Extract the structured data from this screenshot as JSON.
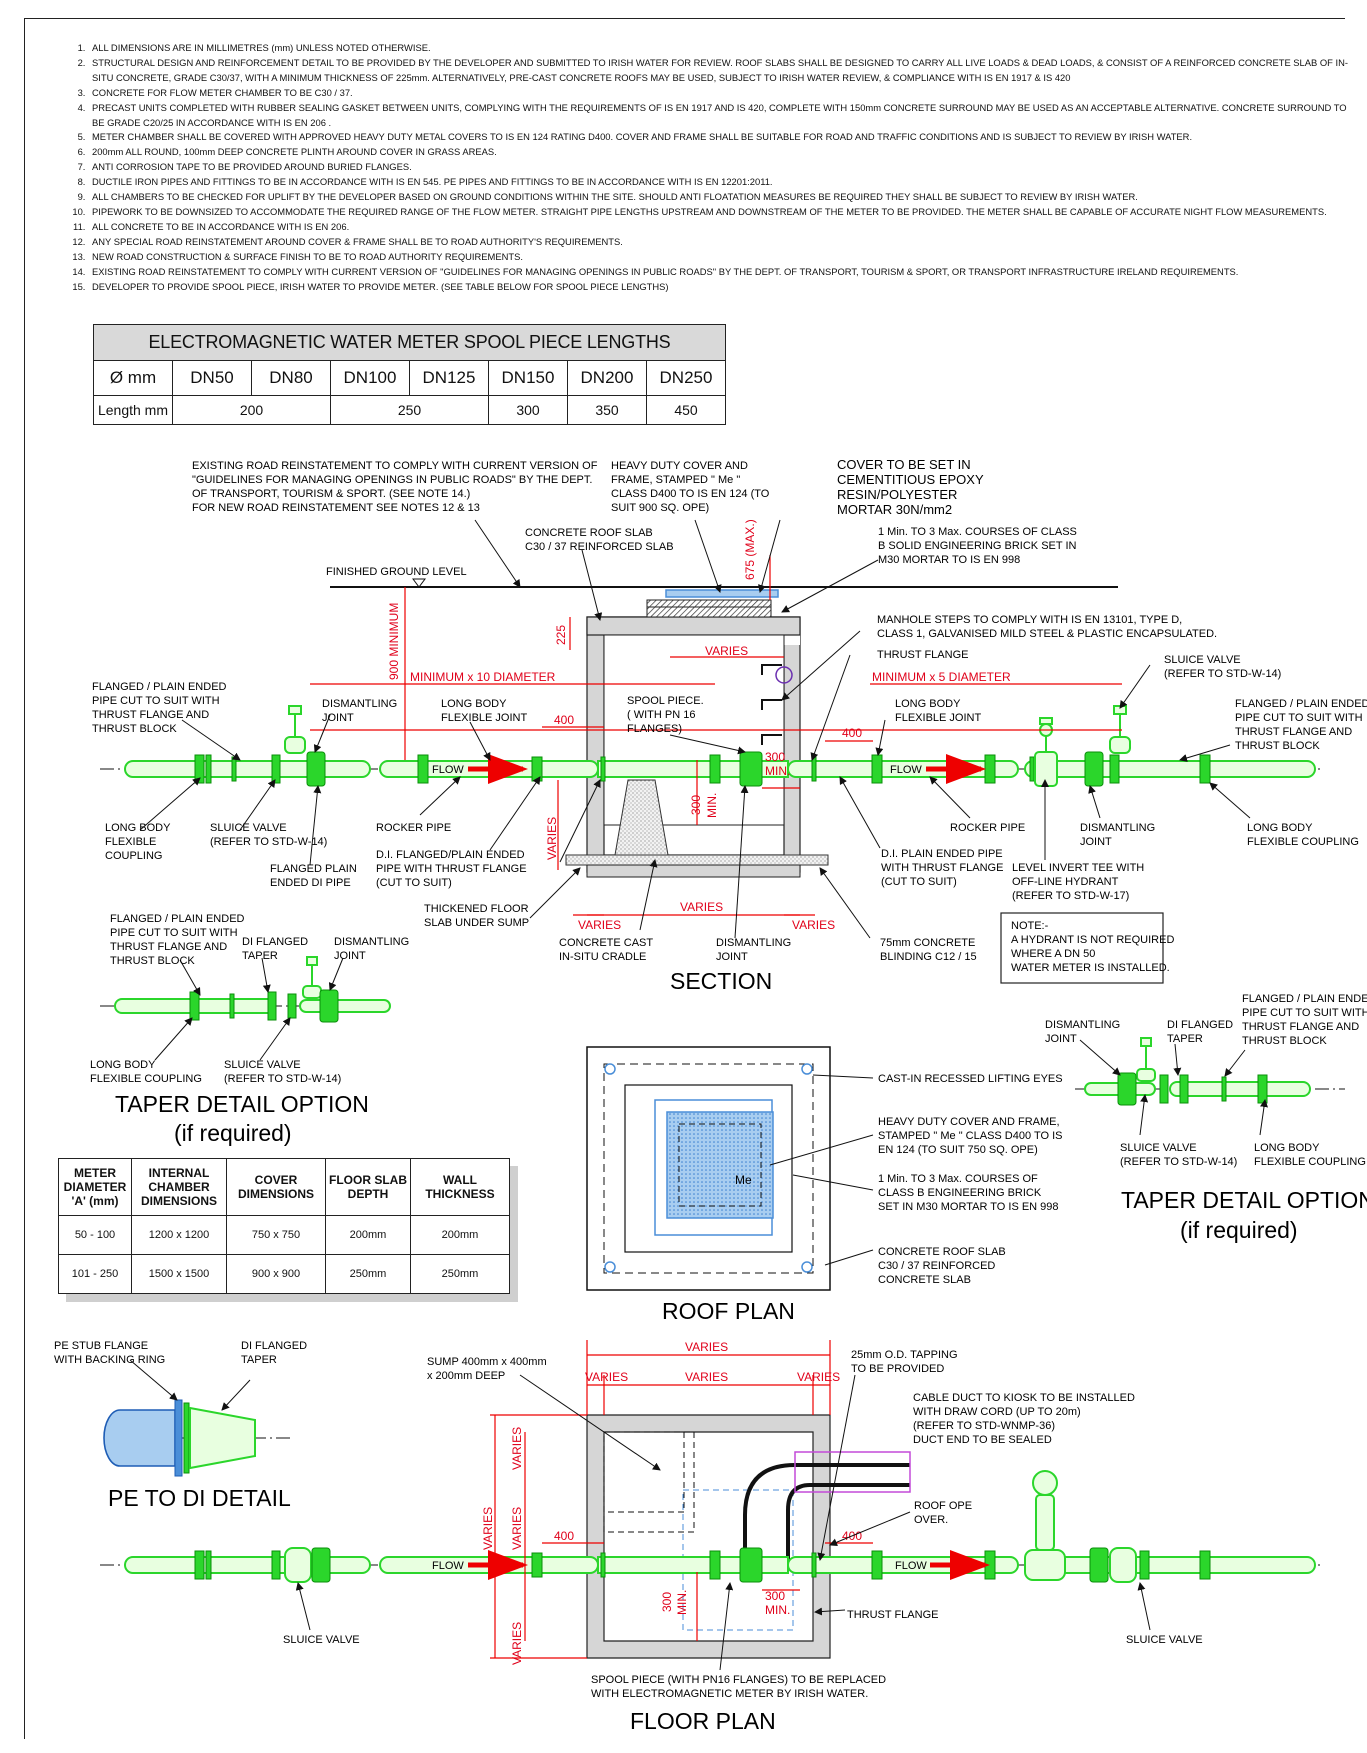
{
  "notes": [
    "ALL DIMENSIONS  ARE  IN  MILLIMETRES  (mm) UNLESS NOTED OTHERWISE.",
    "STRUCTURAL DESIGN AND REINFORCEMENT DETAIL TO BE PROVIDED BY THE DEVELOPER AND SUBMITTED TO IRISH WATER  FOR REVIEW.  ROOF SLABS SHALL BE DESIGNED TO CARRY ALL LIVE LOADS & DEAD LOADS, & CONSIST OF A REINFORCED CONCRETE SLAB OF IN-SITU CONCRETE, GRADE C30/37, WITH A MINIMUM THICKNESS OF 225mm. ALTERNATIVELY, PRE-CAST CONCRETE ROOFS MAY BE USED, SUBJECT TO IRISH WATER REVIEW, & COMPLIANCE WITH IS EN 1917 & IS 420",
    "CONCRETE FOR FLOW METER CHAMBER TO BE C30 / 37.",
    "PRECAST UNITS COMPLETED WITH RUBBER SEALING GASKET BETWEEN UNITS, COMPLYING WITH THE REQUIREMENTS OF IS EN 1917 AND IS 420, COMPLETE WITH 150mm CONCRETE SURROUND MAY BE USED AS AN ACCEPTABLE ALTERNATIVE. CONCRETE SURROUND TO BE GRADE C20/25 IN ACCORDANCE WITH IS EN 206 .",
    "METER CHAMBER SHALL BE COVERED WITH APPROVED HEAVY DUTY METAL COVERS TO IS EN 124 RATING D400. COVER  AND FRAME SHALL BE SUITABLE FOR ROAD AND TRAFFIC CONDITIONS AND IS SUBJECT TO REVIEW BY IRISH WATER.",
    "200mm ALL ROUND, 100mm DEEP CONCRETE PLINTH AROUND COVER IN GRASS AREAS.",
    "ANTI CORROSION TAPE TO BE PROVIDED AROUND BURIED FLANGES.",
    "DUCTILE IRON PIPES AND FITTINGS TO BE IN ACCORDANCE WITH IS EN 545. PE PIPES AND FITTINGS TO BE IN ACCORDANCE WITH IS EN 12201:2011.",
    "ALL CHAMBERS TO BE CHECKED FOR UPLIFT BY THE DEVELOPER BASED ON GROUND CONDITIONS WITHIN THE SITE. SHOULD ANTI FLOATATION MEASURES BE REQUIRED THEY SHALL BE SUBJECT TO REVIEW BY  IRISH WATER.",
    "PIPEWORK TO BE DOWNSIZED TO ACCOMMODATE THE REQUIRED RANGE OF THE FLOW METER. STRAIGHT PIPE LENGTHS UPSTREAM AND DOWNSTREAM OF THE METER TO BE PROVIDED. THE METER SHALL BE CAPABLE OF ACCURATE NIGHT FLOW MEASUREMENTS.",
    "ALL CONCRETE TO BE IN ACCORDANCE WITH IS EN 206.",
    "ANY SPECIAL ROAD REINSTATEMENT AROUND COVER & FRAME SHALL BE TO ROAD AUTHORITY'S REQUIREMENTS.",
    "NEW ROAD CONSTRUCTION & SURFACE FINISH TO BE TO ROAD AUTHORITY REQUIREMENTS.",
    "EXISTING ROAD REINSTATEMENT TO COMPLY WITH CURRENT VERSION OF \"GUIDELINES FOR MANAGING OPENINGS IN PUBLIC ROADS\" BY THE DEPT. OF TRANSPORT, TOURISM & SPORT, OR TRANSPORT INFRASTRUCTURE IRELAND REQUIREMENTS.",
    "DEVELOPER TO PROVIDE SPOOL PIECE, IRISH WATER TO PROVIDE METER. (SEE TABLE BELOW FOR SPOOL PIECE LENGTHS)"
  ],
  "spool_table": {
    "title": "ELECTROMAGNETIC WATER METER SPOOL PIECE LENGTHS",
    "row1_label": "Ø mm",
    "sizes": [
      "DN50",
      "DN80",
      "DN100",
      "DN125",
      "DN150",
      "DN200",
      "DN250"
    ],
    "row2_label": "Length mm",
    "lengths": [
      "200",
      "250",
      "300",
      "350",
      "450"
    ]
  },
  "meter_table": {
    "headers": [
      "METER DIAMETER 'A' (mm)",
      "INTERNAL CHAMBER DIMENSIONS",
      "COVER DIMENSIONS",
      "FLOOR SLAB DEPTH",
      "WALL THICKNESS"
    ],
    "rows": [
      [
        "50 - 100",
        "1200 x 1200",
        "750 x 750",
        "200mm",
        "200mm"
      ],
      [
        "101 - 250",
        "1500 x 1500",
        "900 x 900",
        "250mm",
        "250mm"
      ]
    ]
  },
  "section": {
    "title": "SECTION",
    "road_note": [
      "EXISTING ROAD REINSTATEMENT TO COMPLY WITH CURRENT VERSION OF",
      "\"GUIDELINES FOR MANAGING OPENINGS IN PUBLIC ROADS\" BY THE DEPT.",
      "OF TRANSPORT, TOURISM & SPORT. (SEE NOTE 14.)",
      "FOR NEW ROAD REINSTATEMENT SEE NOTES 12 & 13"
    ],
    "heavy_cover": [
      "HEAVY DUTY COVER AND",
      "FRAME, STAMPED \" Me \"",
      "CLASS D400 TO IS EN 124 (TO",
      "SUIT 900 SQ. OPE)"
    ],
    "cover_set": [
      "COVER TO BE SET IN",
      "CEMENTITIOUS EPOXY",
      "RESIN/POLYESTER",
      "MORTAR 30N/mm2"
    ],
    "roof_slab": [
      "CONCRETE ROOF SLAB",
      "C30 / 37 REINFORCED SLAB"
    ],
    "brick": [
      "1 Min. TO 3 Max. COURSES OF CLASS",
      "B SOLID ENGINEERING BRICK SET IN",
      "M30 MORTAR TO IS EN 998"
    ],
    "finished_ground": "FINISHED GROUND LEVEL",
    "steps": [
      "MANHOLE STEPS TO COMPLY WITH IS EN 13101, TYPE D,",
      "CLASS 1, GALVANISED MILD STEEL & PLASTIC ENCAPSULATED."
    ],
    "thrust_flange": "THRUST FLANGE",
    "sluice_right": [
      "SLUICE VALVE",
      "(REFER TO STD-W-14)"
    ],
    "flanged_left": [
      "FLANGED / PLAIN ENDED",
      "PIPE CUT TO SUIT WITH",
      "THRUST FLANGE AND",
      "THRUST BLOCK"
    ],
    "flanged_right": [
      "FLANGED / PLAIN ENDED",
      "PIPE CUT TO SUIT WITH",
      "THRUST FLANGE AND",
      "THRUST BLOCK"
    ],
    "dismantling": [
      "DISMANTLING",
      "JOINT"
    ],
    "long_body_joint": [
      "LONG BODY",
      "FLEXIBLE JOINT"
    ],
    "spool_piece": [
      "SPOOL PIECE.",
      "( WITH PN 16",
      "FLANGES)"
    ],
    "long_body_coupling_left": [
      "LONG BODY",
      "FLEXIBLE",
      "COUPLING"
    ],
    "sluice_left": [
      "SLUICE VALVE",
      "(REFER TO STD-W-14)"
    ],
    "flanged_plain": [
      "FLANGED PLAIN",
      "ENDED DI PIPE"
    ],
    "rocker_left": "ROCKER PIPE",
    "rocker_right": "ROCKER PIPE",
    "di_flanged_plain": [
      "D.I. FLANGED/PLAIN ENDED",
      "PIPE WITH THRUST FLANGE",
      "(CUT TO SUIT)"
    ],
    "di_plain": [
      "D.I. PLAIN ENDED PIPE",
      "WITH THRUST FLANGE",
      "(CUT TO SUIT)"
    ],
    "level_invert": [
      "LEVEL INVERT TEE WITH",
      "OFF-LINE HYDRANT",
      "(REFER TO STD-W-17)"
    ],
    "dismantling_right": [
      "DISMANTLING",
      "JOINT"
    ],
    "long_body_coupling_right": [
      "LONG BODY",
      "FLEXIBLE COUPLING"
    ],
    "thickened": [
      "THICKENED FLOOR",
      "SLAB UNDER SUMP"
    ],
    "cradle": [
      "CONCRETE CAST",
      "IN-SITU CRADLE"
    ],
    "dismantling_bottom": [
      "DISMANTLING",
      "JOINT"
    ],
    "blinding": [
      "75mm CONCRETE",
      "BLINDING C12 / 15"
    ],
    "note": [
      "NOTE:-",
      "A HYDRANT IS NOT REQUIRED",
      "WHERE A DN 50",
      "WATER METER IS INSTALLED."
    ],
    "dims": {
      "d675": "675 (MAX.)",
      "d900": "900 MINIMUM",
      "d225": "225",
      "varies": "VARIES",
      "min10": "MINIMUM x 10 DIAMETER",
      "min5": "MINIMUM x 5 DIAMETER",
      "d400": "400",
      "d300": "300",
      "min": "MIN.",
      "flow": "FLOW"
    }
  },
  "taper_left": {
    "title": "TAPER DETAIL OPTION",
    "subtitle": "(if required)",
    "flanged": [
      "FLANGED / PLAIN ENDED",
      "PIPE CUT TO SUIT WITH",
      "THRUST FLANGE AND",
      "THRUST BLOCK"
    ],
    "di_taper": [
      "DI FLANGED",
      "TAPER"
    ],
    "dismantling": [
      "DISMANTLING",
      "JOINT"
    ],
    "long_body": [
      "LONG BODY",
      "FLEXIBLE COUPLING"
    ],
    "sluice": [
      "SLUICE VALVE",
      "(REFER TO STD-W-14)"
    ]
  },
  "taper_right": {
    "title": "TAPER DETAIL OPTION",
    "subtitle": "(if required)",
    "dismantling": [
      "DISMANTLING",
      "JOINT"
    ],
    "di_taper": [
      "DI FLANGED",
      "TAPER"
    ],
    "flanged": [
      "FLANGED / PLAIN ENDED",
      "PIPE CUT TO SUIT WITH",
      "THRUST FLANGE AND",
      "THRUST BLOCK"
    ],
    "sluice": [
      "SLUICE VALVE",
      "(REFER TO STD-W-14)"
    ],
    "long_body": [
      "LONG BODY",
      "FLEXIBLE COUPLING"
    ]
  },
  "roof_plan": {
    "title": "ROOF PLAN",
    "lifting": "CAST-IN RECESSED LIFTING EYES",
    "cover": [
      "HEAVY DUTY COVER AND FRAME,",
      "STAMPED \" Me \" CLASS D400 TO IS",
      "EN 124 (TO SUIT 750 SQ. OPE)"
    ],
    "brick": [
      "1 Min. TO 3 Max. COURSES OF",
      "CLASS B ENGINEERING BRICK",
      "SET IN M30 MORTAR TO IS EN 998"
    ],
    "slab": [
      "CONCRETE ROOF SLAB",
      "C30 / 37 REINFORCED",
      "CONCRETE SLAB"
    ],
    "me": "Me"
  },
  "pe_detail": {
    "title": "PE TO DI DETAIL",
    "stub": [
      "PE STUB FLANGE",
      "WITH BACKING RING"
    ],
    "taper": [
      "DI FLANGED",
      "TAPER"
    ]
  },
  "floor_plan": {
    "title": "FLOOR PLAN",
    "sump": [
      "SUMP 400mm x 400mm",
      "x 200mm DEEP"
    ],
    "tapping": [
      "25mm O.D. TAPPING",
      "TO BE PROVIDED"
    ],
    "cable": [
      "CABLE DUCT TO KIOSK TO BE INSTALLED",
      "WITH DRAW CORD (UP TO 20m)",
      "(REFER TO STD-WNMP-36)",
      "DUCT END TO BE SEALED"
    ],
    "roof_ope": [
      "ROOF OPE",
      "OVER."
    ],
    "thrust": "THRUST FLANGE",
    "sluice_left": "SLUICE VALVE",
    "sluice_right": "SLUICE VALVE",
    "spool": [
      "SPOOL PIECE (WITH PN16 FLANGES) TO BE REPLACED",
      "WITH ELECTROMAGNETIC METER BY IRISH WATER."
    ],
    "varies": "VARIES",
    "d400": "400",
    "d300": "300",
    "min": "MIN.",
    "flow": "FLOW"
  }
}
